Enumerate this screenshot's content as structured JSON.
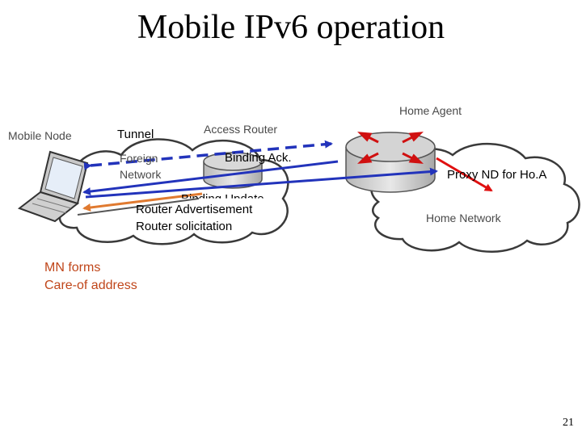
{
  "title": "Mobile IPv6 operation",
  "nodes": {
    "mobile_node": "Mobile Node",
    "access_router": "Access Router",
    "home_agent": "Home Agent",
    "foreign_network_line1": "Foreign",
    "foreign_network_line2": "Network",
    "home_network": "Home Network"
  },
  "messages": {
    "tunnel": "Tunnel",
    "binding_ack": "Binding Ack.",
    "binding_update": "Binding Update",
    "proxy_nd": "Proxy ND for Ho.A",
    "router_advertisement": "Router Advertisement",
    "router_solicitation": "Router solicitation"
  },
  "note": {
    "line1": "MN forms",
    "line2": "Care-of address"
  },
  "page_number": "21",
  "colors": {
    "tunnel": "#2233bb",
    "router_msgs": "#e07a30",
    "proxy_nd": "#e01010",
    "note_text": "#c0461a"
  }
}
